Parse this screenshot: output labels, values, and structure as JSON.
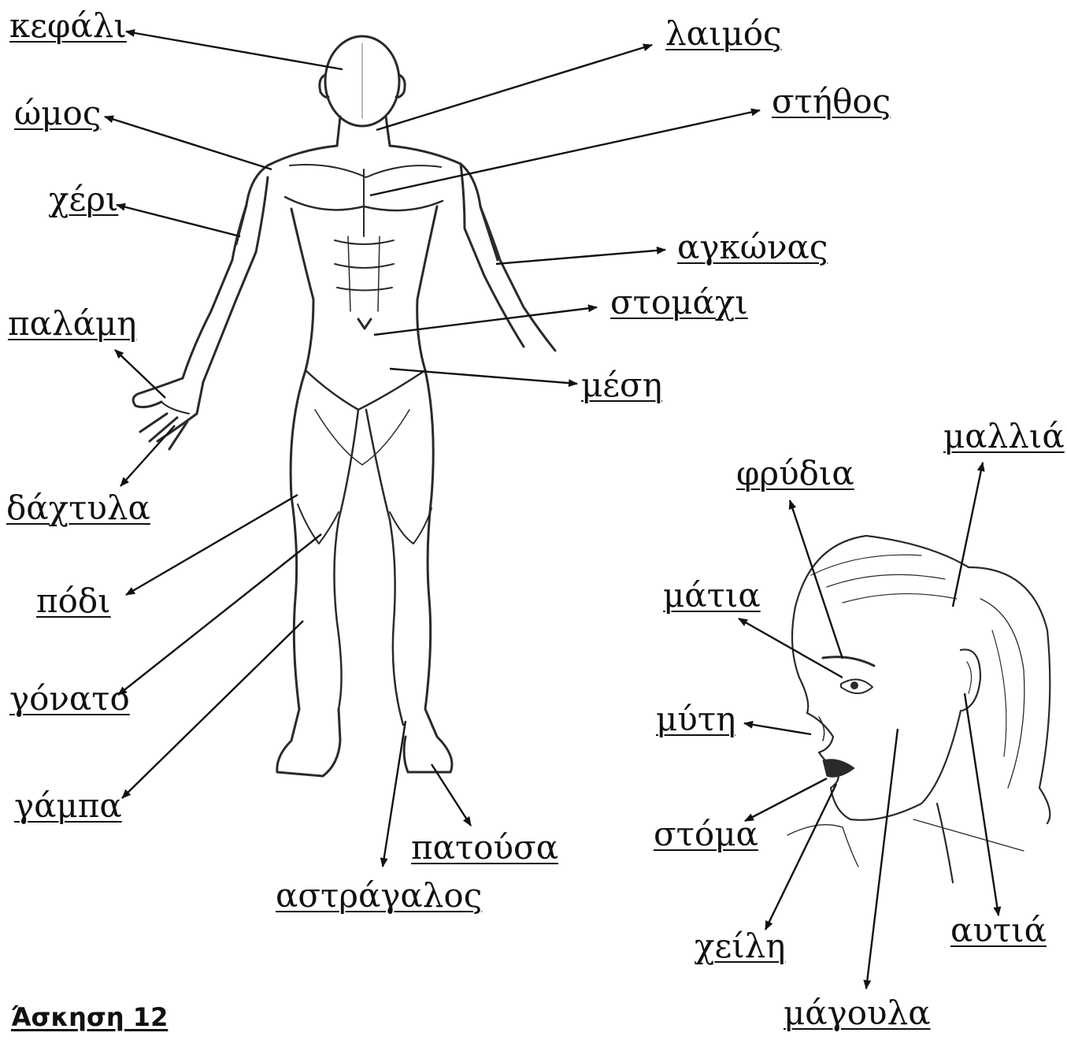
{
  "exercise_title": "Άσκηση 12",
  "body_labels": {
    "kefali": "κεφάλι",
    "laimos": "λαιμός",
    "omos": "ώμος",
    "stithos": "στήθος",
    "cheri": "χέρι",
    "agkonas": "αγκώνας",
    "palami": "παλάμη",
    "stomachi": "στομάχι",
    "mesi": "μέση",
    "daktyla": "δάχτυλα",
    "podi": "πόδι",
    "gonato": "γόνατο",
    "gampa": "γάμπα",
    "patousa": "πατούσα",
    "astragalos": "αστράγαλος"
  },
  "face_labels": {
    "mallia": "μαλλιά",
    "frydia": "φρύδια",
    "matia": "μάτια",
    "myti": "μύτη",
    "stoma": "στόμα",
    "cheili": "χείλη",
    "autia": "αυτιά",
    "magoula": "μάγουλα"
  }
}
